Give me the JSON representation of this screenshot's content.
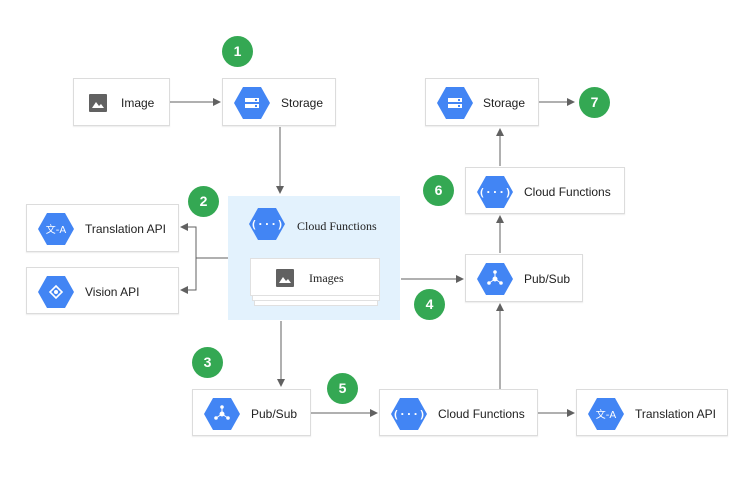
{
  "nodes": {
    "image_source": {
      "label": "Image"
    },
    "storage_top": {
      "label": "Storage"
    },
    "storage_out": {
      "label": "Storage"
    },
    "cloud_functions_main": {
      "label": "Cloud Functions"
    },
    "images_stack": {
      "label": "Images"
    },
    "translation_api_left": {
      "label": "Translation API",
      "icon_text": "文-A"
    },
    "vision_api": {
      "label": "Vision API"
    },
    "cloud_functions_right": {
      "label": "Cloud Functions"
    },
    "pubsub_right": {
      "label": "Pub/Sub"
    },
    "pubsub_bottom": {
      "label": "Pub/Sub"
    },
    "cloud_functions_bottom": {
      "label": "Cloud Functions"
    },
    "translation_api_right": {
      "label": "Translation API",
      "icon_text": "文-A"
    }
  },
  "steps": [
    "1",
    "2",
    "3",
    "4",
    "5",
    "6",
    "7"
  ],
  "colors": {
    "product_blue": "#4285f4",
    "step_green": "#34a853",
    "group_fill": "#e3f2fd",
    "arrow": "#616161",
    "border": "#dcdcdc"
  },
  "icons": {
    "image": "image-icon",
    "storage": "storage-icon",
    "cloud_functions": "cloud-functions-icon",
    "pubsub": "pubsub-icon",
    "translation": "translation-icon",
    "vision": "vision-icon"
  }
}
